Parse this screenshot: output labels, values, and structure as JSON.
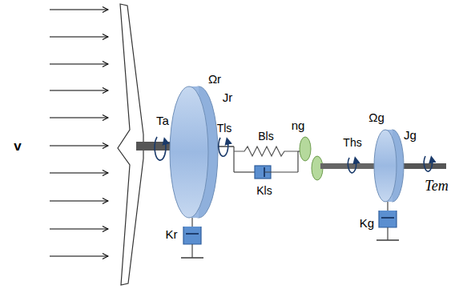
{
  "diagram": {
    "labels": [
      "v",
      "Ωr",
      "Jr",
      "Ta",
      "Tls",
      "Bls",
      "ng",
      "Kls",
      "Ωg",
      "Jg",
      "Ths",
      "Tem",
      "Kr",
      "Kg"
    ]
  }
}
